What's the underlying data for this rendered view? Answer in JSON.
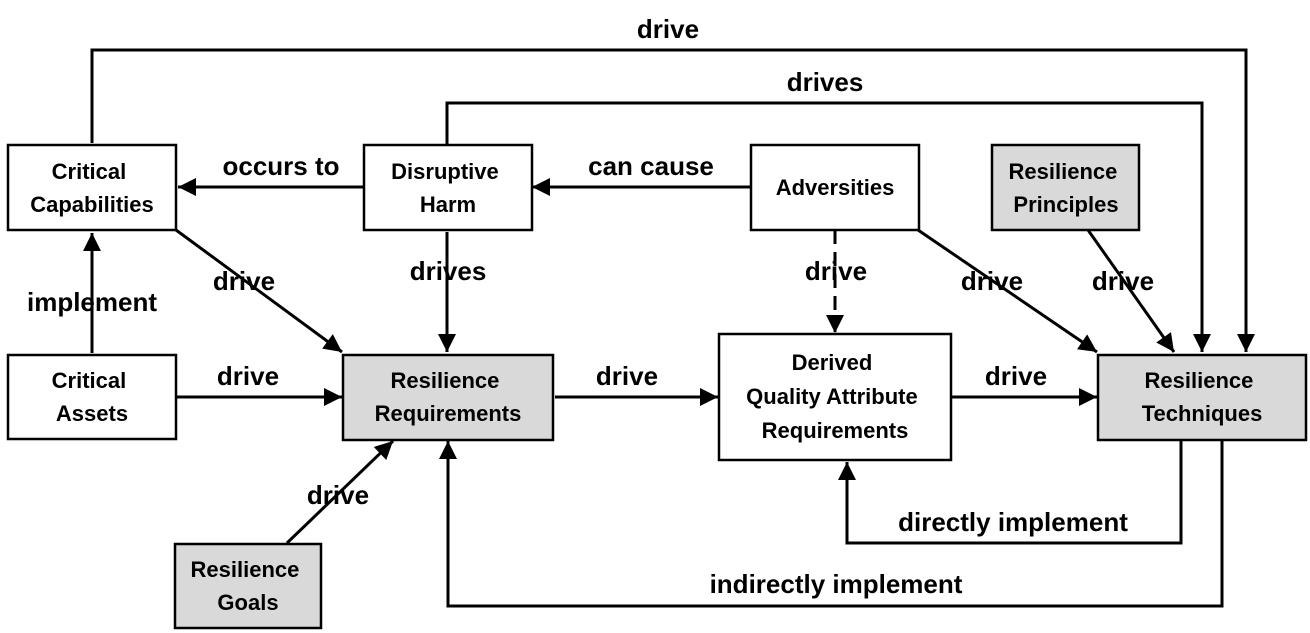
{
  "nodes": {
    "critical_capabilities": {
      "lines": [
        "Critical",
        "Capabilities"
      ]
    },
    "disruptive_harm": {
      "lines": [
        "Disruptive",
        "Harm"
      ]
    },
    "adversities": {
      "lines": [
        "Adversities"
      ]
    },
    "resilience_principles": {
      "lines": [
        "Resilience",
        "Principles"
      ]
    },
    "critical_assets": {
      "lines": [
        "Critical",
        "Assets"
      ]
    },
    "resilience_requirements": {
      "lines": [
        "Resilience",
        "Requirements"
      ]
    },
    "derived_qar": {
      "lines": [
        "Derived",
        "Quality Attribute",
        "Requirements"
      ]
    },
    "resilience_techniques": {
      "lines": [
        "Resilience",
        "Techniques"
      ]
    },
    "resilience_goals": {
      "lines": [
        "Resilience",
        "Goals"
      ]
    }
  },
  "edges": {
    "top_drive": "drive",
    "top_drives": "drives",
    "occurs_to": "occurs to",
    "can_cause": "can cause",
    "implement": "implement",
    "cap_drive": "drive",
    "harm_drives": "drives",
    "adv_drive_qar": "drive",
    "adv_drive_tech": "drive",
    "principles_drive": "drive",
    "assets_drive": "drive",
    "req_drive": "drive",
    "qar_drive": "drive",
    "goals_drive": "drive",
    "directly_implement": "directly implement",
    "indirectly_implement": "indirectly implement"
  }
}
